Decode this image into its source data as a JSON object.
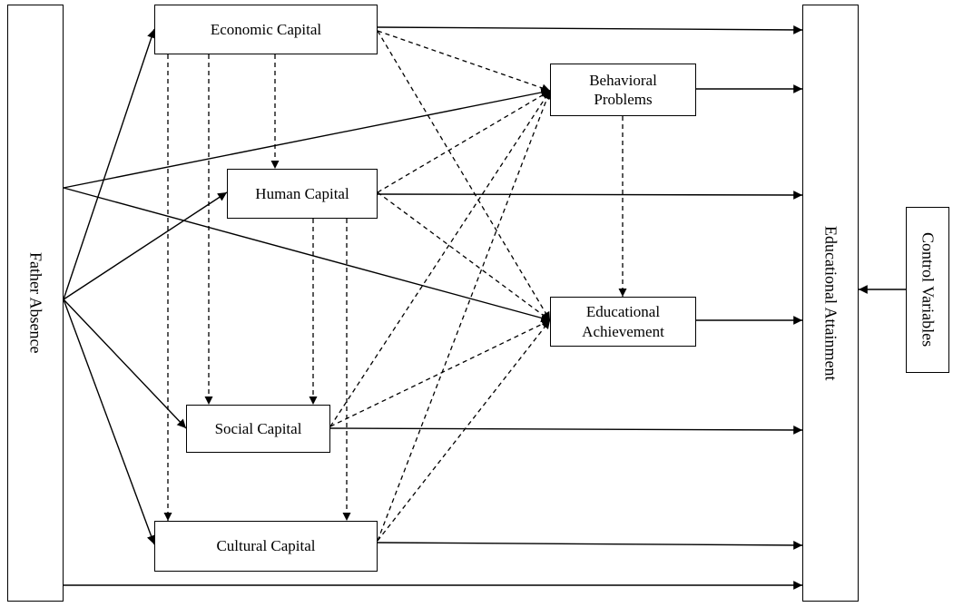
{
  "nodes": {
    "father_absence": "Father Absence",
    "economic_capital": "Economic Capital",
    "human_capital": "Human Capital",
    "social_capital": "Social Capital",
    "cultural_capital": "Cultural Capital",
    "behavioral_problems": [
      "Behavioral",
      "Problems"
    ],
    "educational_achievement": [
      "Educational",
      "Achievement"
    ],
    "educational_attainment": "Educational Attainment",
    "control_variables": "Control Variables"
  },
  "colors": {
    "line": "#000000",
    "background": "#ffffff"
  }
}
